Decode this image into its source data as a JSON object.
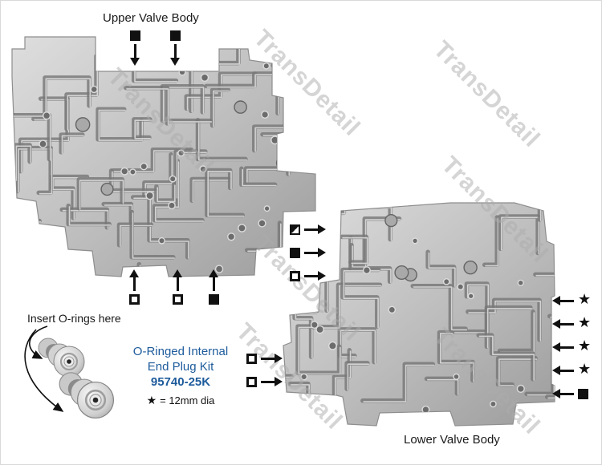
{
  "diagram": {
    "upper_valve_body": {
      "label": "Upper Valve Body",
      "top_markers": [
        "filled-square",
        "filled-square"
      ],
      "bottom_markers": [
        "open-square",
        "open-square",
        "filled-square"
      ]
    },
    "lower_valve_body": {
      "label": "Lower Valve Body",
      "left_markers": [
        "half-filled-square",
        "filled-square",
        "open-square",
        "open-square",
        "open-square"
      ],
      "right_markers": [
        "star",
        "star",
        "star",
        "star",
        "filled-square"
      ]
    },
    "plug_kit": {
      "insert_label": "Insert O-rings here",
      "title_line1": "O-Ringed Internal",
      "title_line2": "End Plug Kit",
      "part_number": "95740-25K",
      "legend_star": "★",
      "legend_text": "= 12mm dia"
    },
    "watermark": {
      "text": "TransDetail"
    },
    "symbols": {
      "star": "★"
    },
    "colors": {
      "accent_blue": "#1d5b9b",
      "marker_black": "#111111",
      "watermark_gray": "#acacac"
    }
  }
}
